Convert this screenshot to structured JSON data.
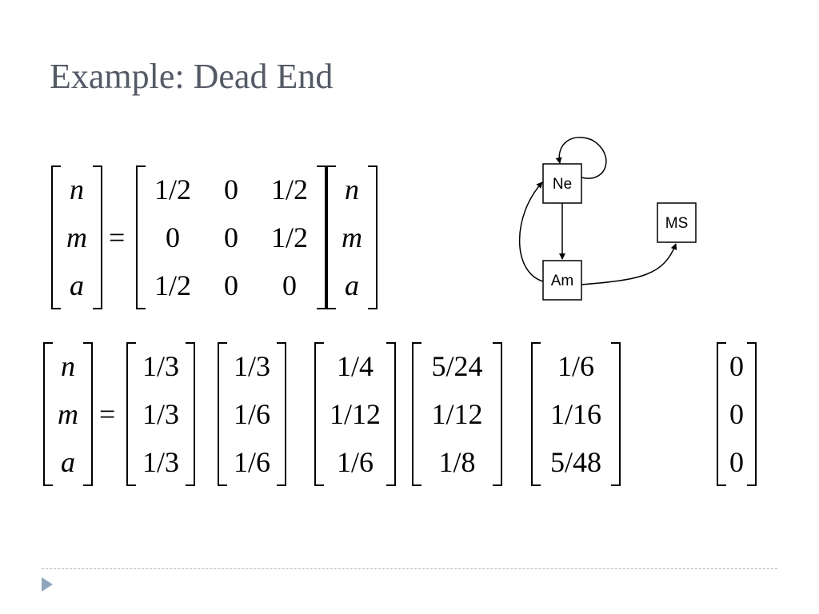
{
  "title": "Example: Dead End",
  "equation1": {
    "lhs": [
      "n",
      "m",
      "a"
    ],
    "equals": "=",
    "matrix": [
      [
        "1/2",
        "0",
        "1/2"
      ],
      [
        "0",
        "0",
        "1/2"
      ],
      [
        "1/2",
        "0",
        "0"
      ]
    ],
    "rhs": [
      "n",
      "m",
      "a"
    ]
  },
  "equation2": {
    "lhs": [
      "n",
      "m",
      "a"
    ],
    "equals": "=",
    "vectors": [
      [
        "1/3",
        "1/3",
        "1/3"
      ],
      [
        "1/3",
        "1/6",
        "1/6"
      ],
      [
        "1/4",
        "1/12",
        "1/6"
      ],
      [
        "5/24",
        "1/12",
        "1/8"
      ],
      [
        "1/6",
        "1/16",
        "5/48"
      ],
      [
        "0",
        "0",
        "0"
      ]
    ]
  },
  "graph": {
    "nodes": {
      "ne": "Ne",
      "ms": "MS",
      "am": "Am"
    }
  }
}
